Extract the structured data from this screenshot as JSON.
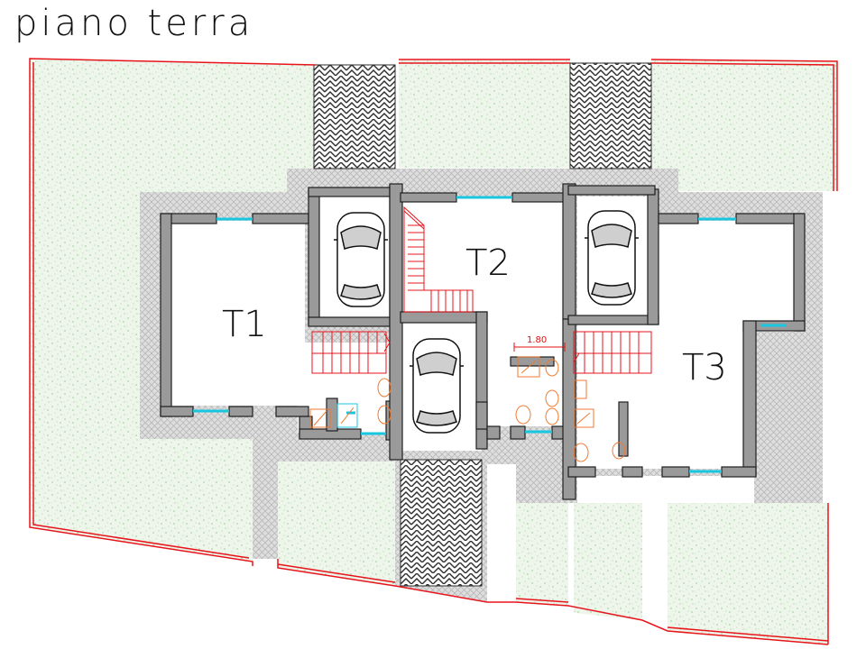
{
  "title": "piano terra",
  "units": {
    "t1": "T1",
    "t2": "T2",
    "t3": "T3"
  },
  "dimension": "1.80",
  "colors": {
    "lot_border": "#e8141c",
    "garden_fill": "#eef5ea",
    "garden_speckle": "#5fb35f",
    "paving": "#dcdcdc",
    "wall": "#9a9a9a",
    "wall_stroke": "#1e1e1e",
    "window": "#19c6e0",
    "stairs": "#e8141c",
    "fixtures": "#f07a30"
  },
  "icons": {
    "car": "car-topview-icon"
  }
}
